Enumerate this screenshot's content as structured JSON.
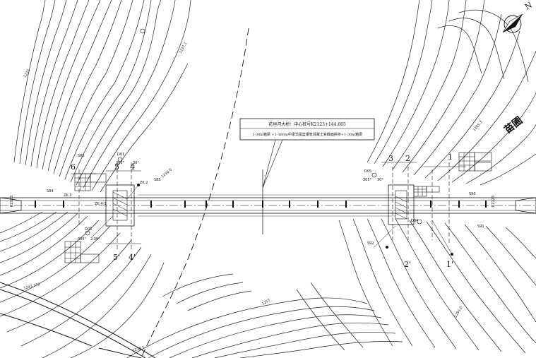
{
  "north_label": "N",
  "title_box": {
    "line1": "花垣河大桥：中心桩号K2123+144.665",
    "line2": "1-30m箱梁 +1-180m中承式提篮钢管混凝土变截面拱桥+1-30m箱梁"
  },
  "place_name": "苗圃",
  "elevations": {
    "e1237": "1237.1",
    "e1271": "1271",
    "e1236": "1236.0",
    "e1265": "1265.3",
    "e1251": "1251.0",
    "e1243": "1243.372",
    "e1238": "1238.5",
    "e1257": "1257"
  },
  "section_marks": {
    "s6": "6",
    "s5": "5",
    "s4": "4",
    "s5p": "5'",
    "s4p": "4'",
    "s3": "3",
    "s2": "2",
    "s1": "1",
    "s2p": "2'",
    "s1p": "1'"
  },
  "borehole_labels": {
    "d01": "D01",
    "d03": "D03",
    "d04": "D04",
    "d05": "D05",
    "angle_305": "305°",
    "angle_30": "30°",
    "angle_235": "2.35°",
    "zk2": "ZK.2",
    "zk3": "ZK.3",
    "zk4": "ZK.4-3",
    "s84": "S84",
    "s85": "S85",
    "s86": "S86",
    "s90": "S90",
    "s91": "S91",
    "s92": "S92"
  },
  "chainage": {
    "k_left": "K2123",
    "k_right": "K2123"
  }
}
